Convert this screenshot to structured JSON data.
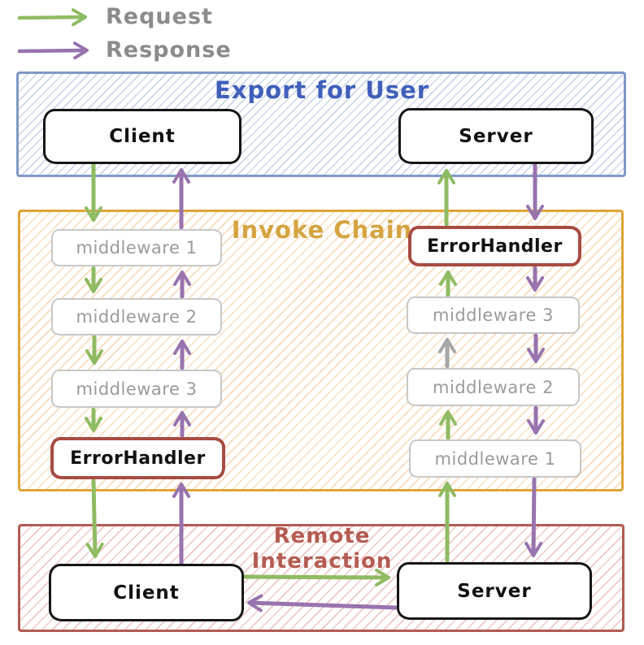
{
  "legend": {
    "request_label": "Request",
    "response_label": "Response"
  },
  "export_section": {
    "title": "Export for User",
    "client_label": "Client",
    "server_label": "Server"
  },
  "invoke_section": {
    "title": "Invoke Chain",
    "left_chain": [
      "middleware 1",
      "middleware 2",
      "middleware 3"
    ],
    "left_error_handler": "ErrorHandler",
    "right_chain": [
      "middleware 3",
      "middleware 2",
      "middleware 1"
    ],
    "right_error_handler": "ErrorHandler"
  },
  "remote_section": {
    "title_line1": "Remote",
    "title_line2": "Interaction",
    "client_label": "Client",
    "server_label": "Server"
  },
  "colors": {
    "request_arrow": "#8fbb62",
    "response_arrow": "#9873ae",
    "neutral_arrow": "#a6a6a6",
    "export_border": "#8099c6",
    "export_title": "#3f5fba",
    "invoke_border": "#dfa536",
    "invoke_title": "#d4a440",
    "remote_border": "#b25b53",
    "remote_title": "#b45b52",
    "error_handler_border": "#a84b43",
    "middleware_text": "#9b9b9b",
    "legend_text": "#8b8b8b"
  }
}
